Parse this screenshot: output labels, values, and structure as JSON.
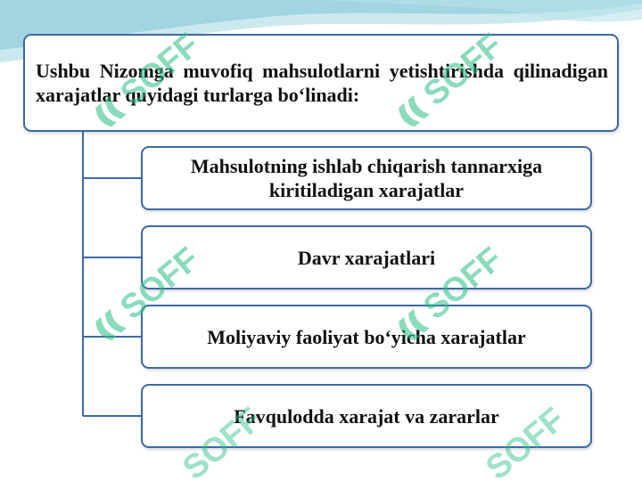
{
  "diagram": {
    "root": {
      "text": "Ushbu Nizomga muvofiq mahsulotlarni yetishtirishda qilinadigan xarajatlar quyidagi turlarga bo‘linadi:"
    },
    "children": [
      {
        "text": "Mahsulotning ishlab chiqarish tannarxiga kiritiladigan xarajatlar"
      },
      {
        "text": "Davr xarajatlari"
      },
      {
        "text": "Moliyaviy faoliyat bo‘yicha xarajatlar"
      },
      {
        "text": "Favqulodda xarajat va zararlar"
      }
    ]
  },
  "watermark": {
    "text": "SOFF",
    "color": "#2bbf86"
  },
  "colors": {
    "border": "#3b6aa6",
    "connector": "#3b6aa6",
    "wave": "#8fd1dd"
  }
}
